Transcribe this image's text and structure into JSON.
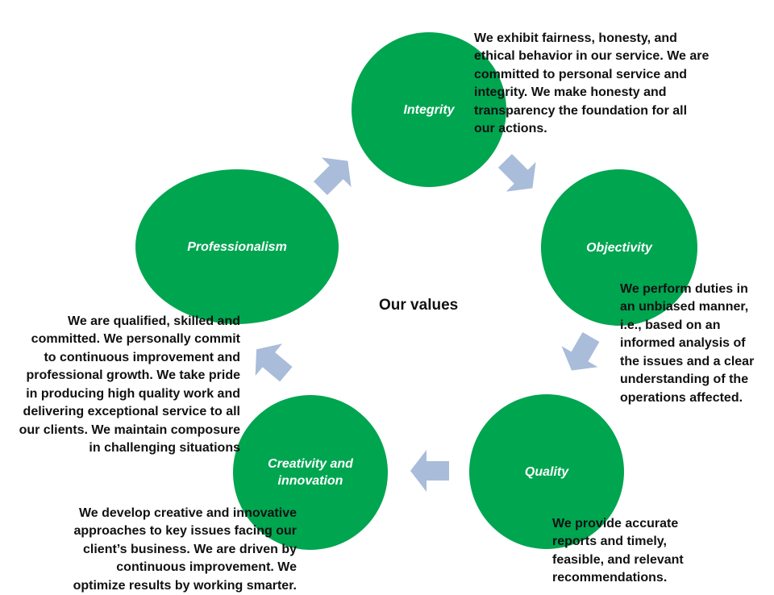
{
  "center": "Our values",
  "colors": {
    "circle": "#00a550",
    "arrow": "#a9bcd9",
    "text_highlight": "#8fe0b0"
  },
  "values": [
    {
      "id": "integrity",
      "label": "Integrity",
      "description": "We exhibit fairness, honesty, and\nethical behavior in our service. We are\ncommitted to personal service and\nintegrity. We make honesty and\ntransparency the foundation for all\nour actions."
    },
    {
      "id": "objectivity",
      "label": "Objectivity",
      "description": "We perform duties in\nan unbiased manner,\ni.e., based on an\ninformed analysis of\nthe issues and a clear\nunderstanding of the\noperations affected."
    },
    {
      "id": "quality",
      "label": "Quality",
      "description": "We provide accurate\nreports and timely,\nfeasible, and relevant\nrecommendations."
    },
    {
      "id": "creativity",
      "label": "Creativity and innovation",
      "description": "We develop creative and innovative\napproaches to key issues facing our\nclient’s business. We are driven by\ncontinuous improvement. We\noptimize results by working smarter."
    },
    {
      "id": "professionalism",
      "label": "Professionalism",
      "description": "We are qualified, skilled and\ncommitted. We personally commit\nto continuous improvement and\nprofessional growth. We take pride\nin producing high quality work and\ndelivering exceptional service to all\nour clients. We maintain composure\nin challenging situations"
    }
  ]
}
